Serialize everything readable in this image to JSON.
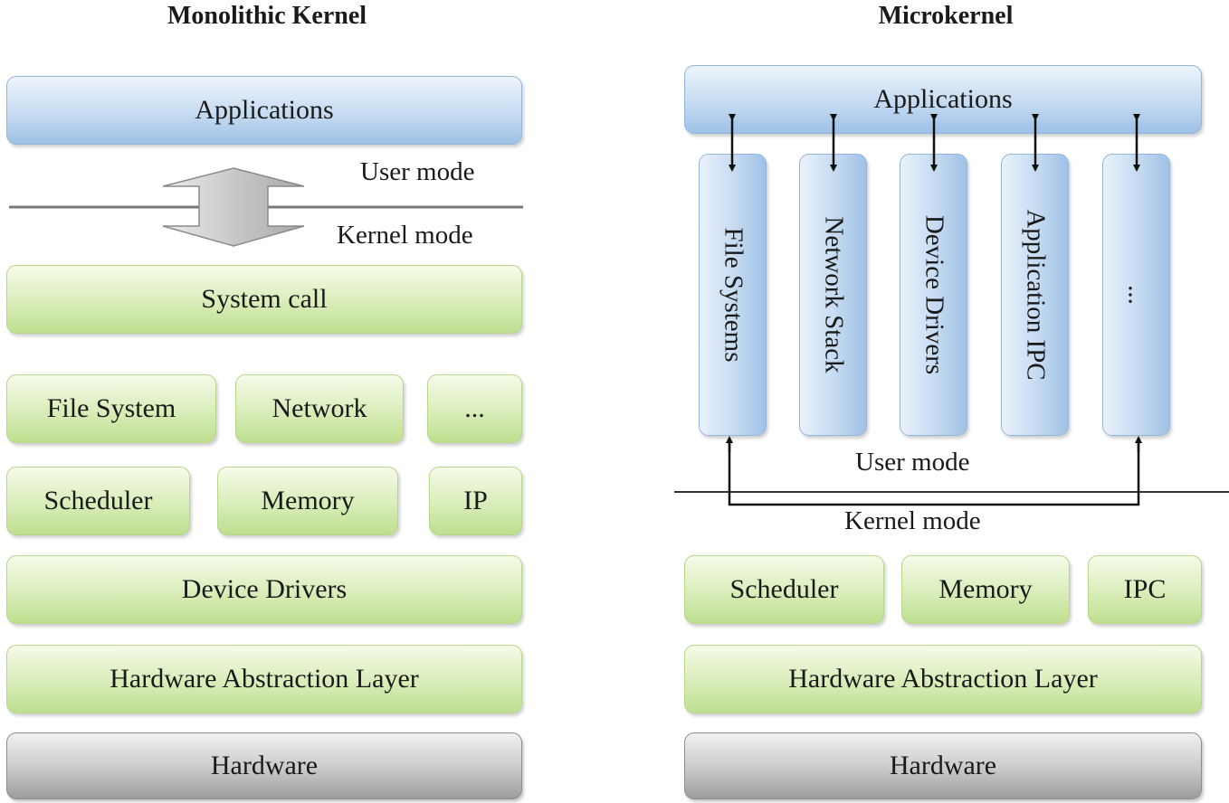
{
  "monolithic": {
    "title": "Monolithic Kernel",
    "applications": "Applications",
    "user_mode": "User mode",
    "kernel_mode": "Kernel mode",
    "system_call": "System call",
    "file_system": "File System",
    "network": "Network",
    "ellipsis": "...",
    "scheduler": "Scheduler",
    "memory": "Memory",
    "ip": "IP",
    "device_drivers": "Device Drivers",
    "hal": "Hardware Abstraction Layer",
    "hardware": "Hardware"
  },
  "microkernel": {
    "title": "Microkernel",
    "applications": "Applications",
    "servers": [
      "File Systems",
      "Network Stack",
      "Device Drivers",
      "Application IPC",
      "..."
    ],
    "user_mode": "User mode",
    "kernel_mode": "Kernel mode",
    "scheduler": "Scheduler",
    "memory": "Memory",
    "ipc": "IPC",
    "hal": "Hardware Abstraction Layer",
    "hardware": "Hardware"
  }
}
